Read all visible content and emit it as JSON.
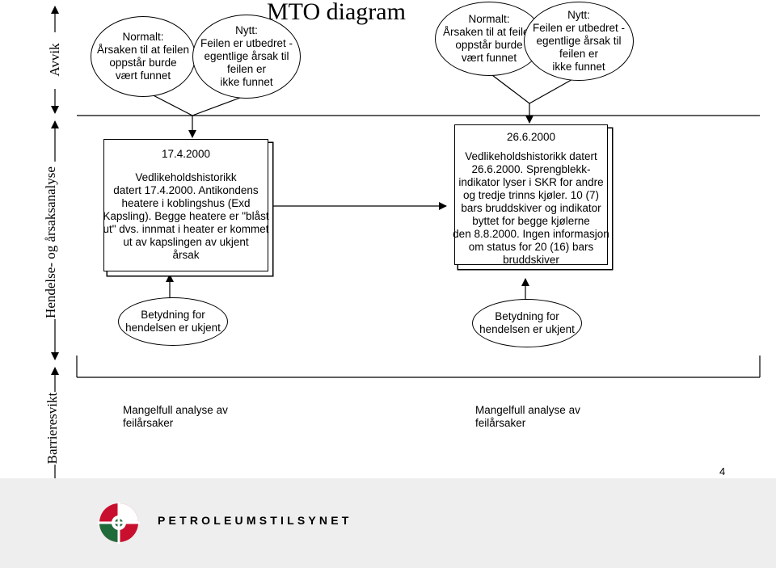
{
  "title": "MTO diagram",
  "side_labels": {
    "avvik": "Avvik",
    "hendelse": "Hendelse- og årsaksanalyse",
    "barriere": "Barrieresvikt"
  },
  "left": {
    "normal": "Normalt:\nÅrsaken til at feilen\noppstår burde\nvært funnet",
    "nytt": "Nytt:\nFeilen er utbedret -\negentlige årsak til\nfeilen er\nikke funnet",
    "date": "17.4.2000",
    "history": "Vedlikeholdshistorikk\ndatert 17.4.2000. Antikondens\nheatere i koblingshus (Exd\nKapsling). Begge heatere er \"blåst\nut\" dvs. innmat i heater er kommet\nut av kapslingen av ukjent\nårsak",
    "betydning": "Betydning for\nhendelsen er ukjent",
    "mangelfull": "Mangelfull analyse av\nfeilårsaker"
  },
  "right": {
    "normal": "Normalt:\nÅrsaken til at feilen\noppstår burde\nvært funnet",
    "nytt": "Nytt:\nFeilen er utbedret -\negentlige årsak til\nfeilen er\nikke funnet",
    "date": "26.6.2000",
    "history": "Vedlikeholdshistorikk datert\n26.6.2000. Sprengblekk-\nindikator lyser i SKR for andre\nog tredje trinns kjøler. 10 (7)\nbars bruddskiver og indikator\nbyttet for begge kjølerne\nden 8.8.2000. Ingen informasjon\nom status for 20 (16) bars\nbruddskiver",
    "betydning": "Betydning for\nhendelsen er ukjent",
    "mangelfull": "Mangelfull analyse av\nfeilårsaker"
  },
  "page_number": "4",
  "footer": {
    "logo_text": "PETROLEUMSTILSYNET"
  },
  "colors": {
    "logo_red": "#c8102e",
    "logo_green": "#1f6b3a",
    "footer_bg": "#eeeeee"
  }
}
